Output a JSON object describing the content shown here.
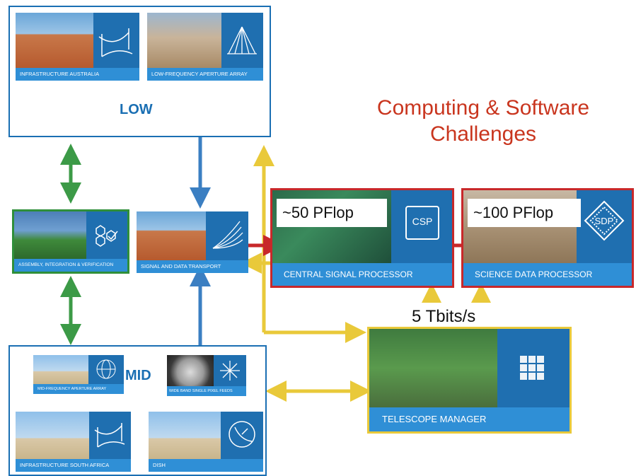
{
  "title": "Computing & Software Challenges",
  "low": {
    "label": "LOW",
    "tiles": [
      "INFRASTRUCTURE AUSTRALIA",
      "LOW-FREQUENCY APERTURE ARRAY"
    ]
  },
  "mid": {
    "label": "MID",
    "tiles": [
      "MID-FREQUENCY APERTURE ARRAY",
      "WIDE BAND SINGLE PIXEL FEEDS",
      "INFRASTRUCTURE SOUTH AFRICA",
      "DISH"
    ]
  },
  "aiv": {
    "caption": "ASSEMBLY, INTEGRATION & VERIFICATION"
  },
  "sadt": {
    "caption": "SIGNAL AND DATA TRANSPORT"
  },
  "csp": {
    "caption": "CENTRAL SIGNAL PROCESSOR",
    "badge": "CSP",
    "flop": "~50 PFlop"
  },
  "sdp": {
    "caption": "SCIENCE DATA PROCESSOR",
    "badge": "SDP",
    "flop": "~100 PFlop"
  },
  "tm": {
    "caption": "TELESCOPE MANAGER"
  },
  "rate": "5 Tbits/s",
  "icons": [
    "pylon-icon",
    "antenna-array-icon",
    "hexagons-check-icon",
    "signal-fan-icon",
    "chip-icon",
    "diamond-chip-icon",
    "cube-grid-icon",
    "starburst-icon",
    "satellite-dish-icon"
  ],
  "colors": {
    "blue": "#1a6fb3",
    "red": "#c8282a",
    "yellow": "#e9c93a",
    "green": "#2f8f3a",
    "title": "#c9351e"
  }
}
